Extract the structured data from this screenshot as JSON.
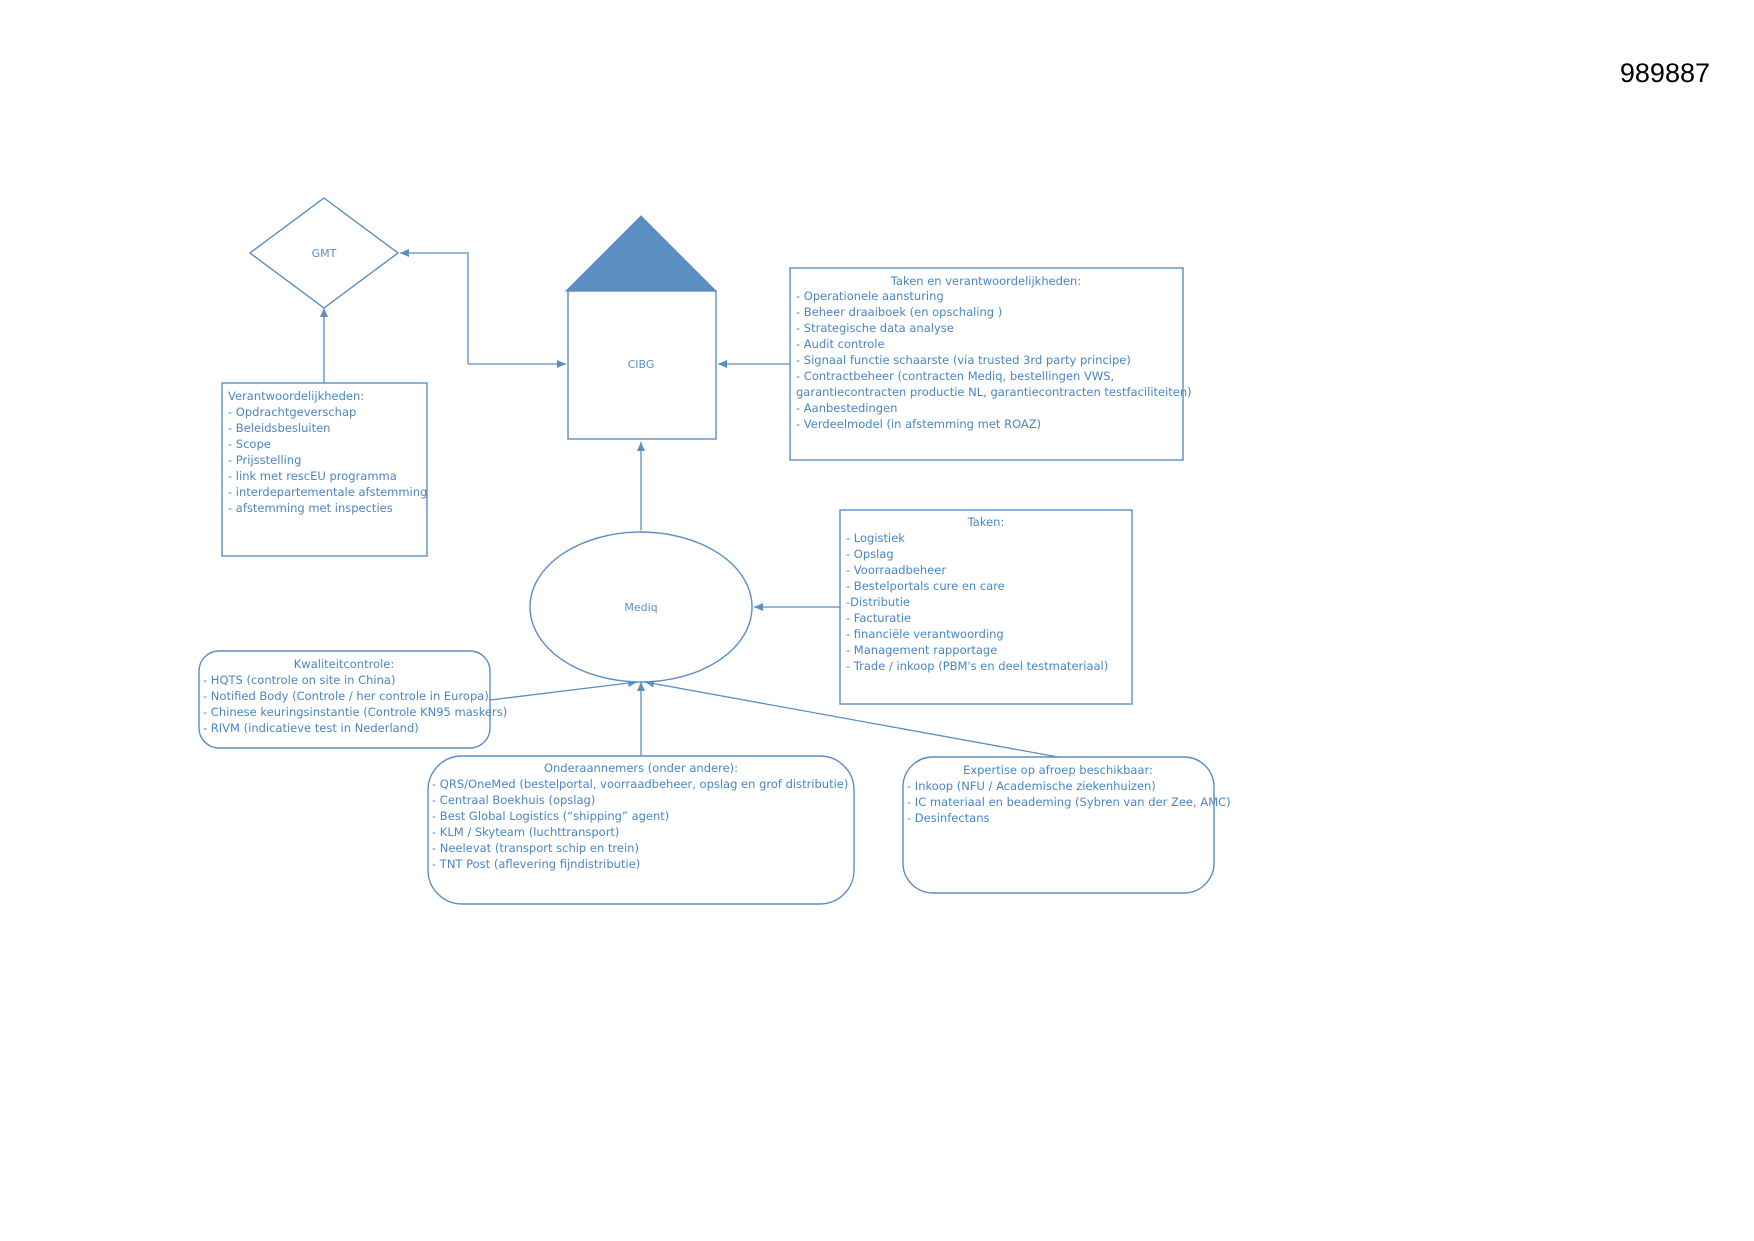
{
  "document_number": "989887",
  "colors": {
    "line": "#5b8ec2",
    "text": "#4a86c2",
    "roof_fill": "#5b8ec2"
  },
  "nodes": {
    "gmt": {
      "label": "GMT"
    },
    "cibg": {
      "label": "CIBG"
    },
    "mediq": {
      "label": "Mediq"
    }
  },
  "boxes": {
    "verantwoordelijkheden": {
      "title": "Verantwoordelijkheden:",
      "items": [
        "- Opdrachtgeverschap",
        "- Beleidsbesluiten",
        "- Scope",
        "- Prijsstelling",
        "- link met rescEU programma",
        "- interdepartementale afstemming",
        "- afstemming met inspecties"
      ]
    },
    "taken_verantwoordelijkheden": {
      "title": "Taken en verantwoordelijkheden:",
      "items": [
        "- Operationele aansturing",
        "- Beheer draaiboek (en opschaling )",
        "- Strategische data analyse",
        "- Audit controle",
        "- Signaal functie schaarste (via trusted 3rd party principe)",
        "- Contractbeheer (contracten Mediq, bestellingen VWS,",
        "garantiecontracten productie NL, garantiecontracten testfaciliteiten)",
        "- Aanbestedingen",
        "- Verdeelmodel (in afstemming met ROAZ)"
      ]
    },
    "taken": {
      "title": "Taken:",
      "items": [
        "- Logistiek",
        "- Opslag",
        "- Voorraadbeheer",
        "- Bestelportals cure en care",
        "-Distributie",
        "- Facturatie",
        "- financiële verantwoording",
        "- Management rapportage",
        "- Trade / inkoop (PBM's en deel testmateriaal)"
      ]
    },
    "kwaliteitcontrole": {
      "title": "Kwaliteitcontrole:",
      "items": [
        "- HQTS (controle on site in China)",
        "- Notified Body (Controle / her controle in Europa)",
        "- Chinese keuringsinstantie (Controle KN95 maskers)",
        "- RIVM (indicatieve test in Nederland)"
      ]
    },
    "onderaannemers": {
      "title": "Onderaannemers (onder andere):",
      "items": [
        "- QRS/OneMed (bestelportal, voorraadbeheer, opslag en grof distributie)",
        "- Centraal Boekhuis (opslag)",
        "- Best Global Logistics (“shipping” agent)",
        "- KLM / Skyteam (luchttransport)",
        "- Neelevat (transport schip en trein)",
        "- TNT Post (aflevering fijndistributie)"
      ]
    },
    "expertise": {
      "title": "Expertise op afroep beschikbaar:",
      "items": [
        "- Inkoop (NFU / Academische ziekenhuizen)",
        "- IC materiaal en beademing (Sybren van der Zee, AMC)",
        "- Desinfectans"
      ]
    }
  }
}
